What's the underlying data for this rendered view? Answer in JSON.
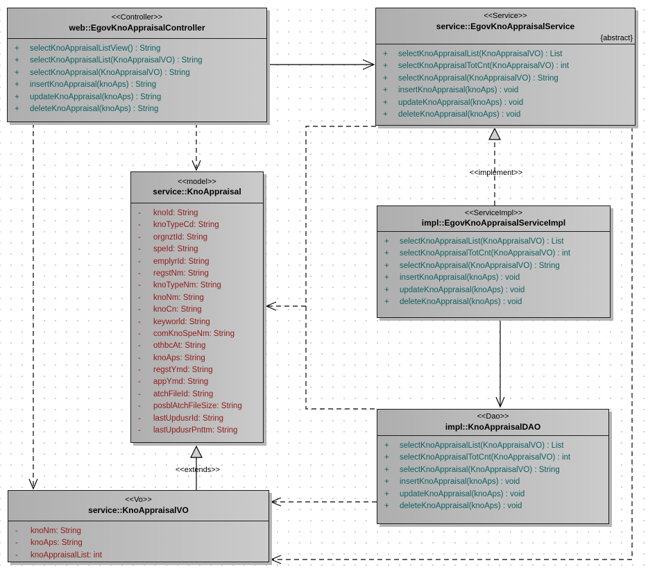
{
  "classes": {
    "controller": {
      "stereotype": "<<Controller>>",
      "name": "web::EgovKnoAppraisalController",
      "methods": [
        "selectKnoAppraisalListView() : String",
        "selectKnoAppraisalList(KnoAppraisalVO) : String",
        "selectKnoAppraisal(KnoAppraisalVO) : String",
        "insertKnoAppraisal(knoAps) : String",
        "updateKnoAppraisal(knoAps) : String",
        "deleteKnoAppraisal(knoAps) : String"
      ]
    },
    "service": {
      "stereotype": "<<Service>>",
      "name": "service::EgovKnoAppraisalService",
      "modifier": "{abstract}",
      "methods": [
        "selectKnoAppraisalList(KnoAppraisalVO) : List",
        "selectKnoAppraisalTotCnt(KnoAppraisalVO) : int",
        "selectKnoAppraisal(KnoAppraisalVO) : String",
        "insertKnoAppraisal(knoAps) : void",
        "updateKnoAppraisal(knoAps) : void",
        "deleteKnoAppraisal(knoAps) : void"
      ]
    },
    "model": {
      "stereotype": "<<model>>",
      "name": "service::KnoAppraisal",
      "attributes": [
        "knoId: String",
        "knoTypeCd: String",
        "orgnztId: String",
        "speId: String",
        "emplyrId: String",
        "regstNm: String",
        "knoTypeNm: String",
        "knoNm: String",
        "knoCn: String",
        "keyworld: String",
        "comKnoSpeNm: String",
        "othbcAt: String",
        "knoAps: String",
        "regstYmd: String",
        "appYmd: String",
        "atchFileId: String",
        "posblAtchFileSize: String",
        "lastUpdusrId: String",
        "lastUpdusrPnttm: String"
      ]
    },
    "serviceimpl": {
      "stereotype": "<<ServiceImpl>>",
      "name": "impl::EgovKnoAppraisalServiceImpl",
      "methods": [
        "selectKnoAppraisalList(KnoAppraisalVO) : List",
        "selectKnoAppraisalTotCnt(KnoAppraisalVO) : int",
        "selectKnoAppraisal(KnoAppraisalVO) : String",
        "insertKnoAppraisal(knoAps) : void",
        "updateKnoAppraisal(knoAps) : void",
        "deleteKnoAppraisal(knoAps) : void"
      ]
    },
    "dao": {
      "stereotype": "<<Dao>>",
      "name": "impl::KnoAppraisalDAO",
      "methods": [
        "selectKnoAppraisalList(KnoAppraisalVO) : List",
        "selectKnoAppraisalTotCnt(KnoAppraisalVO) : int",
        "selectKnoAppraisal(KnoAppraisalVO) : String",
        "insertKnoAppraisal(knoAps) : void",
        "updateKnoAppraisal(knoAps) : void",
        "deleteKnoAppraisal(knoAps) : void"
      ]
    },
    "vo": {
      "stereotype": "<<Vo>>",
      "name": "service::KnoAppraisalVO",
      "attributes": [
        "knoNm: String",
        "knoAps: String",
        "knoAppraisalList: int"
      ]
    }
  },
  "edge_labels": {
    "implement": "<<implement>>",
    "extends": "<<extends>>"
  },
  "visibility": {
    "public": "+",
    "private": "-"
  },
  "colors": {
    "method_text": "#0f5f5f",
    "attribute_text": "#8e1a1a",
    "box_fill_left": "#aeaeae",
    "box_fill_right": "#cbcbcb",
    "box_border": "#1c1c1c"
  }
}
